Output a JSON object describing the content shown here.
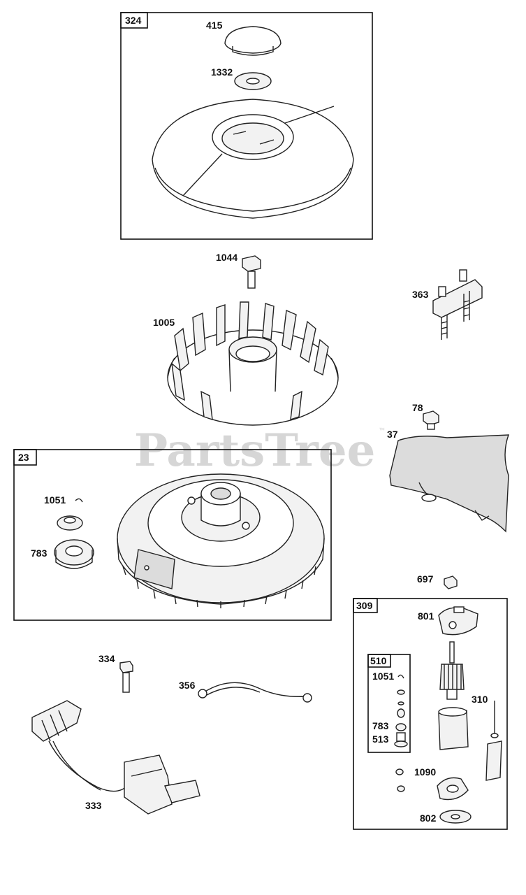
{
  "watermark": {
    "text": "PartsTree",
    "trademark": "™"
  },
  "boxes": {
    "b324": "324",
    "b23": "23",
    "b309": "309",
    "b510": "510"
  },
  "callouts": {
    "p415": "415",
    "p1332": "1332",
    "p1044": "1044",
    "p363": "363",
    "p1005": "1005",
    "p78": "78",
    "p37": "37",
    "p1051a": "1051",
    "p783a": "783",
    "p697": "697",
    "p801": "801",
    "p334": "334",
    "p356": "356",
    "p1051b": "1051",
    "p310": "310",
    "p783b": "783",
    "p513": "513",
    "p1090": "1090",
    "p333": "333",
    "p802": "802"
  }
}
